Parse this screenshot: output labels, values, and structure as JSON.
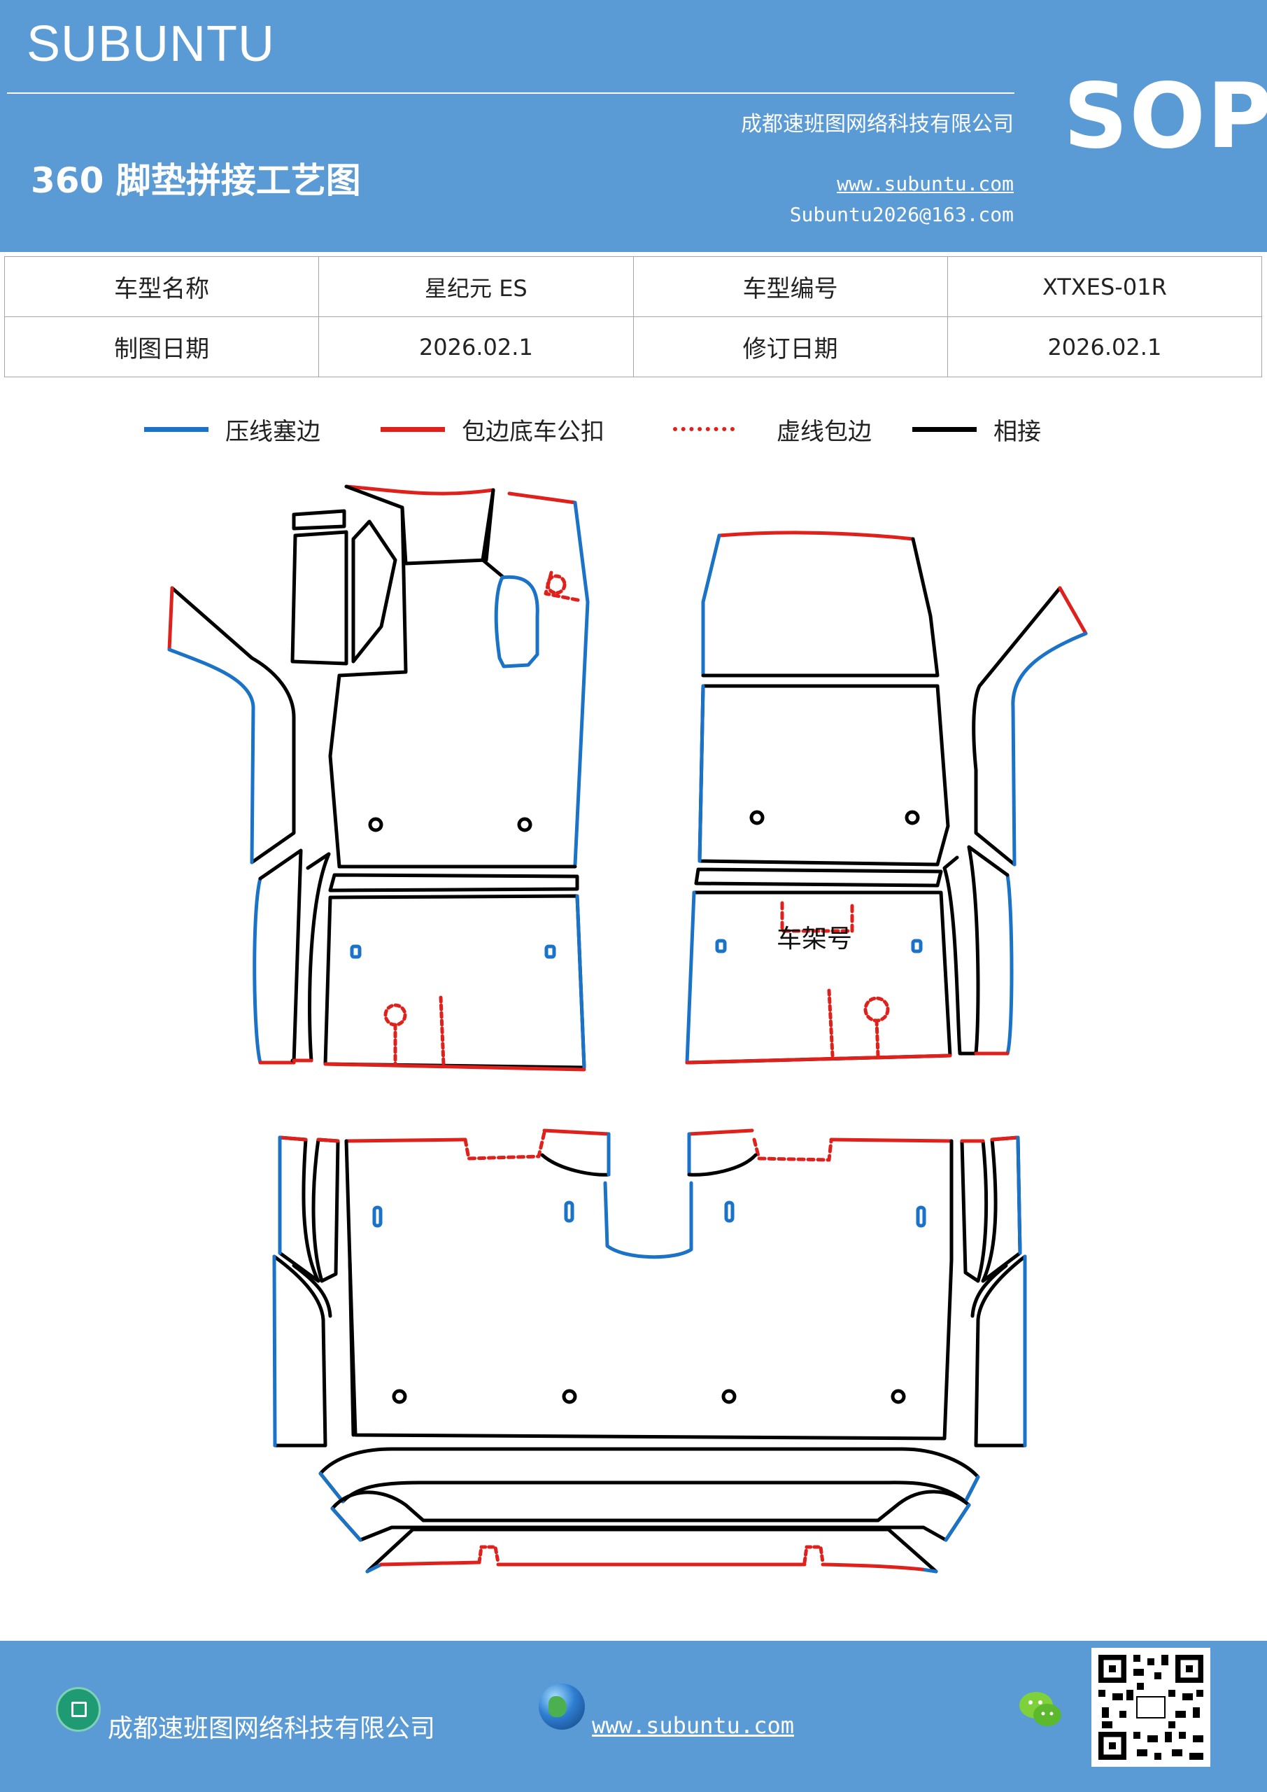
{
  "header": {
    "brand": "SUBUNTU",
    "company": "成都速班图网络科技有限公司",
    "title": "360 脚垫拼接工艺图",
    "website": "www.subuntu.com",
    "email": "Subuntu2026@163.com",
    "badge": "SOP"
  },
  "info_table": {
    "rows": [
      [
        "车型名称",
        "星纪元  ES",
        "车型编号",
        "XTXES-01R"
      ],
      [
        "制图日期",
        "2026.02.1",
        "修订日期",
        "2026.02.1"
      ]
    ]
  },
  "legend": [
    {
      "label": "压线塞边",
      "color": "#1a73c7",
      "style": "solid"
    },
    {
      "label": "包边底车公扣",
      "color": "#e0201b",
      "style": "solid"
    },
    {
      "label": "虚线包边",
      "color": "#e0201b",
      "style": "dashed"
    },
    {
      "label": "相接",
      "color": "#000000",
      "style": "solid"
    }
  ],
  "drawing": {
    "frame_number_label": "车架号"
  },
  "footer": {
    "company": "成都速班图网络科技有限公司",
    "website": "www.subuntu.com"
  },
  "colors": {
    "header_bg": "#5b9bd5",
    "press_line": "#1a73c7",
    "edge_binding": "#e0201b",
    "join_line": "#000000"
  },
  "icons": [
    "building-icon",
    "globe-icon",
    "wechat-icon",
    "qr-code-icon"
  ]
}
